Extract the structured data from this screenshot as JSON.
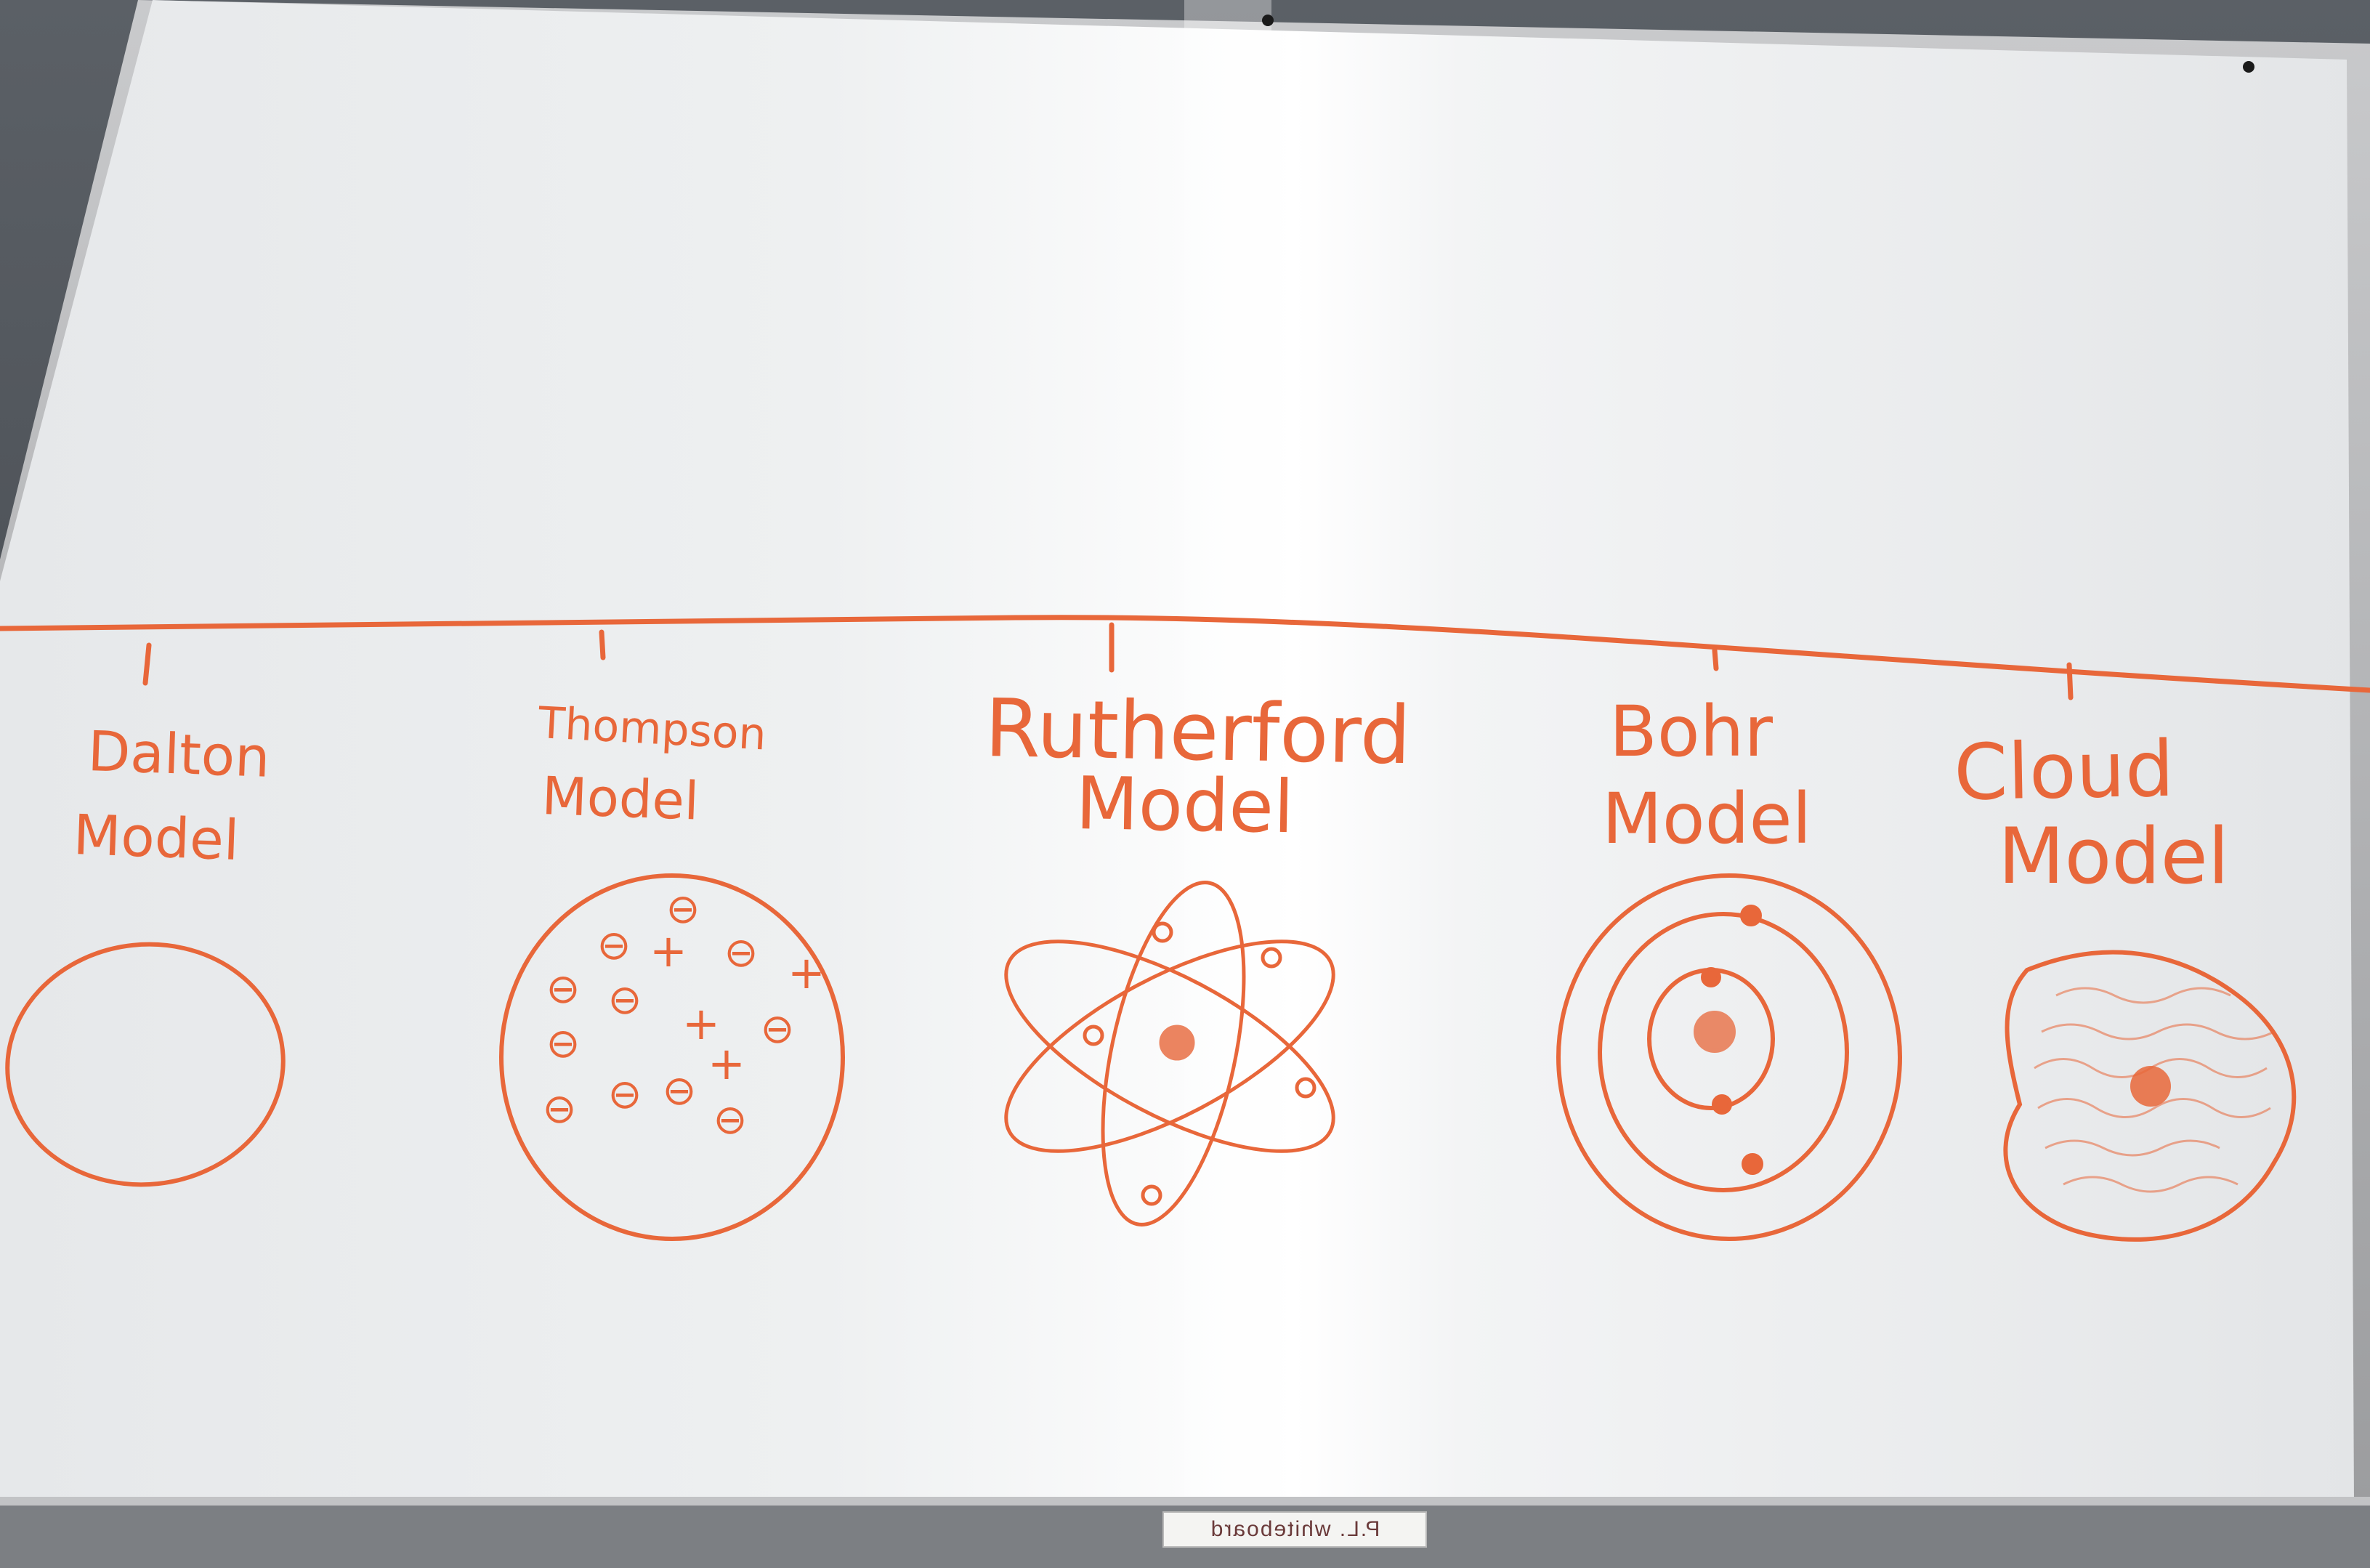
{
  "models": [
    {
      "line1": "Dalton",
      "line2": "Model"
    },
    {
      "line1": "Thompson",
      "line2": "Model"
    },
    {
      "line1": "Rutherford",
      "line2": "Model"
    },
    {
      "line1": "Bohr",
      "line2": "Model"
    },
    {
      "line1": "Cloud",
      "line2": "Model"
    }
  ],
  "thompson_charges": [
    "⊖",
    "⊖",
    "+",
    "⊖",
    "+",
    "⊖",
    "⊖",
    "+",
    "⊖",
    "⊖",
    "+",
    "⊖",
    "⊖",
    "⊖",
    "⊖"
  ],
  "board_label": "P.L. whiteboard",
  "colors": {
    "marker": "#e8673a",
    "board": "#f1f3f4",
    "frame": "#b7b8ba",
    "background": "#4b4f55"
  }
}
